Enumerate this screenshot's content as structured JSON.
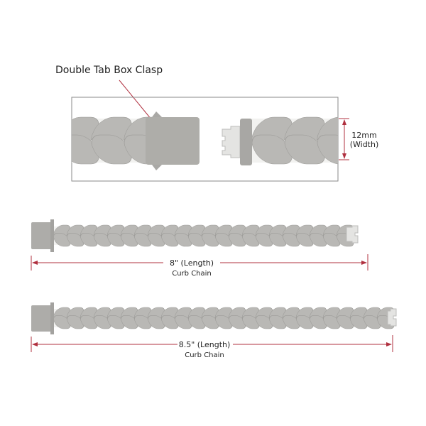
{
  "callout": {
    "label": "Double Tab Box Clasp"
  },
  "width_dimension": {
    "value": "12mm",
    "label": "(Width)"
  },
  "bracelets": [
    {
      "length": "8\" (Length)",
      "type": "Curb Chain"
    },
    {
      "length": "8.5\" (Length)",
      "type": "Curb Chain"
    }
  ],
  "colors": {
    "metal": "#b9b8b5",
    "metal_dark": "#9d9c99",
    "accent": "#b0303f",
    "frame": "#8a8a8a"
  }
}
